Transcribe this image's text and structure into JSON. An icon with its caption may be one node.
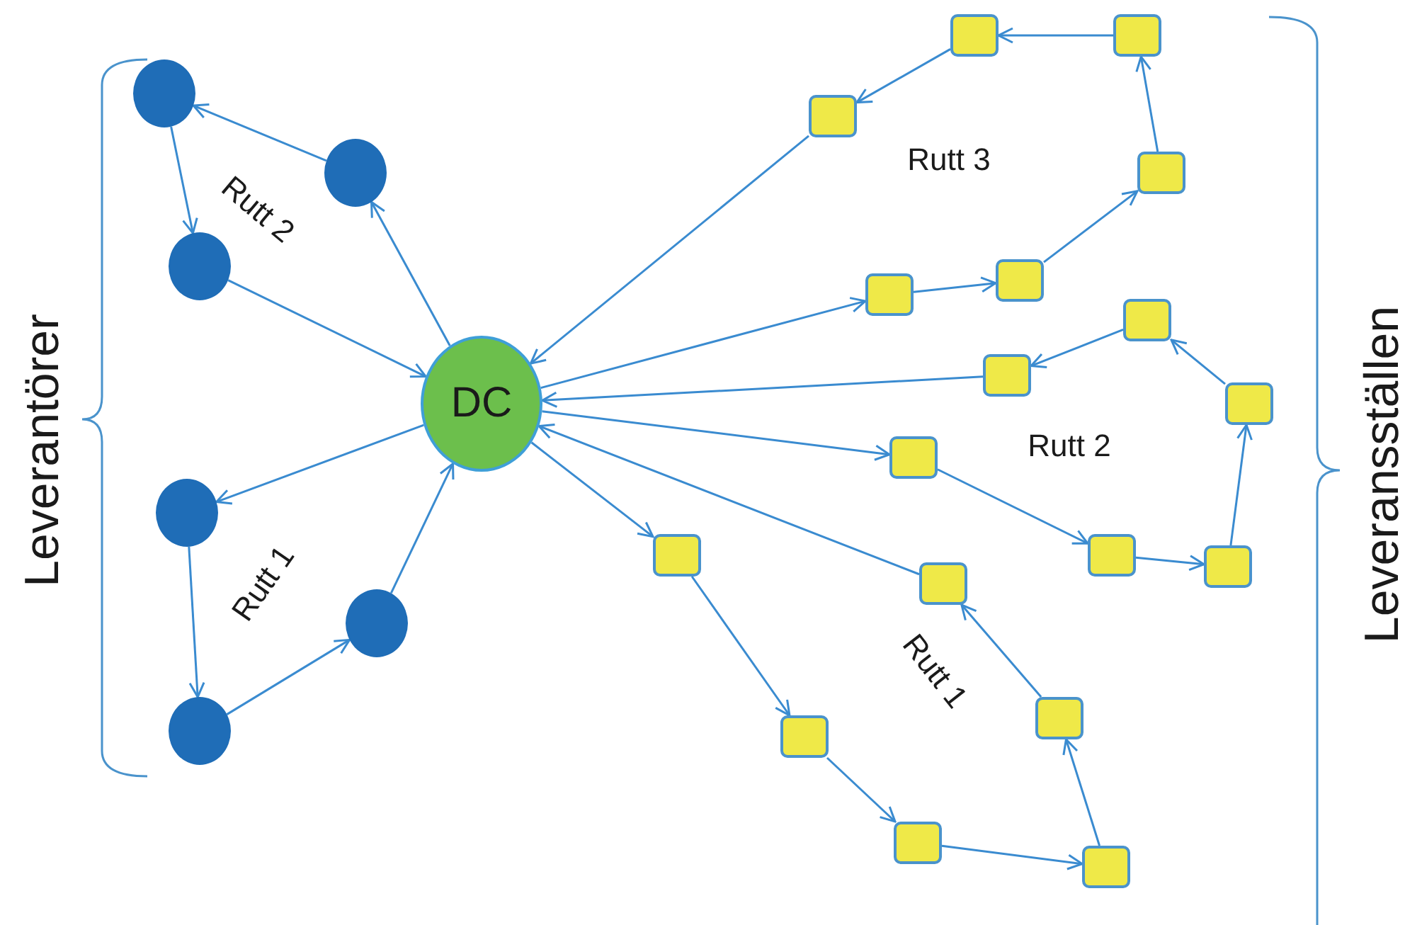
{
  "diagram": {
    "nodes": [
      {
        "text": [
          "DC"
        ]
      },
      {
        "text": [],
        "shape": "circle"
      },
      {
        "text": [],
        "shape": "circle"
      },
      {
        "text": [],
        "shape": "circle"
      },
      {
        "text": [],
        "shape": "circle"
      },
      {
        "text": [],
        "shape": "circle"
      },
      {
        "text": [],
        "shape": "circle"
      },
      {
        "text": [],
        "shape": "box"
      },
      {
        "text": [],
        "shape": "box"
      },
      {
        "text": [],
        "shape": "box"
      },
      {
        "text": [],
        "shape": "box"
      },
      {
        "text": [],
        "shape": "box"
      },
      {
        "text": [],
        "shape": "box"
      },
      {
        "text": [],
        "shape": "box"
      },
      {
        "text": [],
        "shape": "box"
      },
      {
        "text": [],
        "shape": "box"
      },
      {
        "text": [],
        "shape": "box"
      },
      {
        "text": [],
        "shape": "box"
      },
      {
        "text": [],
        "shape": "box"
      },
      {
        "text": [],
        "shape": "box"
      },
      {
        "text": [],
        "shape": "box"
      },
      {
        "text": [],
        "shape": "box"
      },
      {
        "text": [],
        "shape": "box"
      },
      {
        "text": [],
        "shape": "box"
      },
      {
        "text": [],
        "shape": "box"
      }
    ],
    "edges": [
      {
        "from": 0,
        "to": 2,
        "arrow": "to"
      },
      {
        "from": 2,
        "to": 1,
        "arrow": "to"
      },
      {
        "from": 1,
        "to": 3,
        "arrow": "to"
      },
      {
        "from": 3,
        "to": 0,
        "arrow": "to"
      },
      {
        "from": 0,
        "to": 4,
        "arrow": "to"
      },
      {
        "from": 4,
        "to": 6,
        "arrow": "to"
      },
      {
        "from": 6,
        "to": 5,
        "arrow": "to"
      },
      {
        "from": 5,
        "to": 0,
        "arrow": "to"
      },
      {
        "from": 0,
        "to": 11,
        "arrow": "to"
      },
      {
        "from": 11,
        "to": 12,
        "arrow": "to"
      },
      {
        "from": 12,
        "to": 10,
        "arrow": "to"
      },
      {
        "from": 10,
        "to": 9,
        "arrow": "to"
      },
      {
        "from": 9,
        "to": 8,
        "arrow": "to"
      },
      {
        "from": 8,
        "to": 7,
        "arrow": "to"
      },
      {
        "from": 7,
        "to": 0,
        "arrow": "to"
      },
      {
        "from": 0,
        "to": 16,
        "arrow": "to"
      },
      {
        "from": 16,
        "to": 17,
        "arrow": "to"
      },
      {
        "from": 17,
        "to": 18,
        "arrow": "to"
      },
      {
        "from": 18,
        "to": 15,
        "arrow": "to"
      },
      {
        "from": 15,
        "to": 14,
        "arrow": "to"
      },
      {
        "from": 14,
        "to": 13,
        "arrow": "to"
      },
      {
        "from": 13,
        "to": 0,
        "arrow": "to"
      },
      {
        "from": 0,
        "to": 19,
        "arrow": "to"
      },
      {
        "from": 19,
        "to": 20,
        "arrow": "to"
      },
      {
        "from": 20,
        "to": 21,
        "arrow": "to"
      },
      {
        "from": 21,
        "to": 22,
        "arrow": "to"
      },
      {
        "from": 22,
        "to": 23,
        "arrow": "to"
      },
      {
        "from": 23,
        "to": 24,
        "arrow": "to"
      },
      {
        "from": 24,
        "to": 0,
        "arrow": "to"
      }
    ],
    "labels": [
      "Leverantörer",
      "Rutt 2",
      "Rutt 1",
      "Rutt 3",
      "Rutt 2",
      "Rutt 1",
      "Leveransställen"
    ]
  }
}
